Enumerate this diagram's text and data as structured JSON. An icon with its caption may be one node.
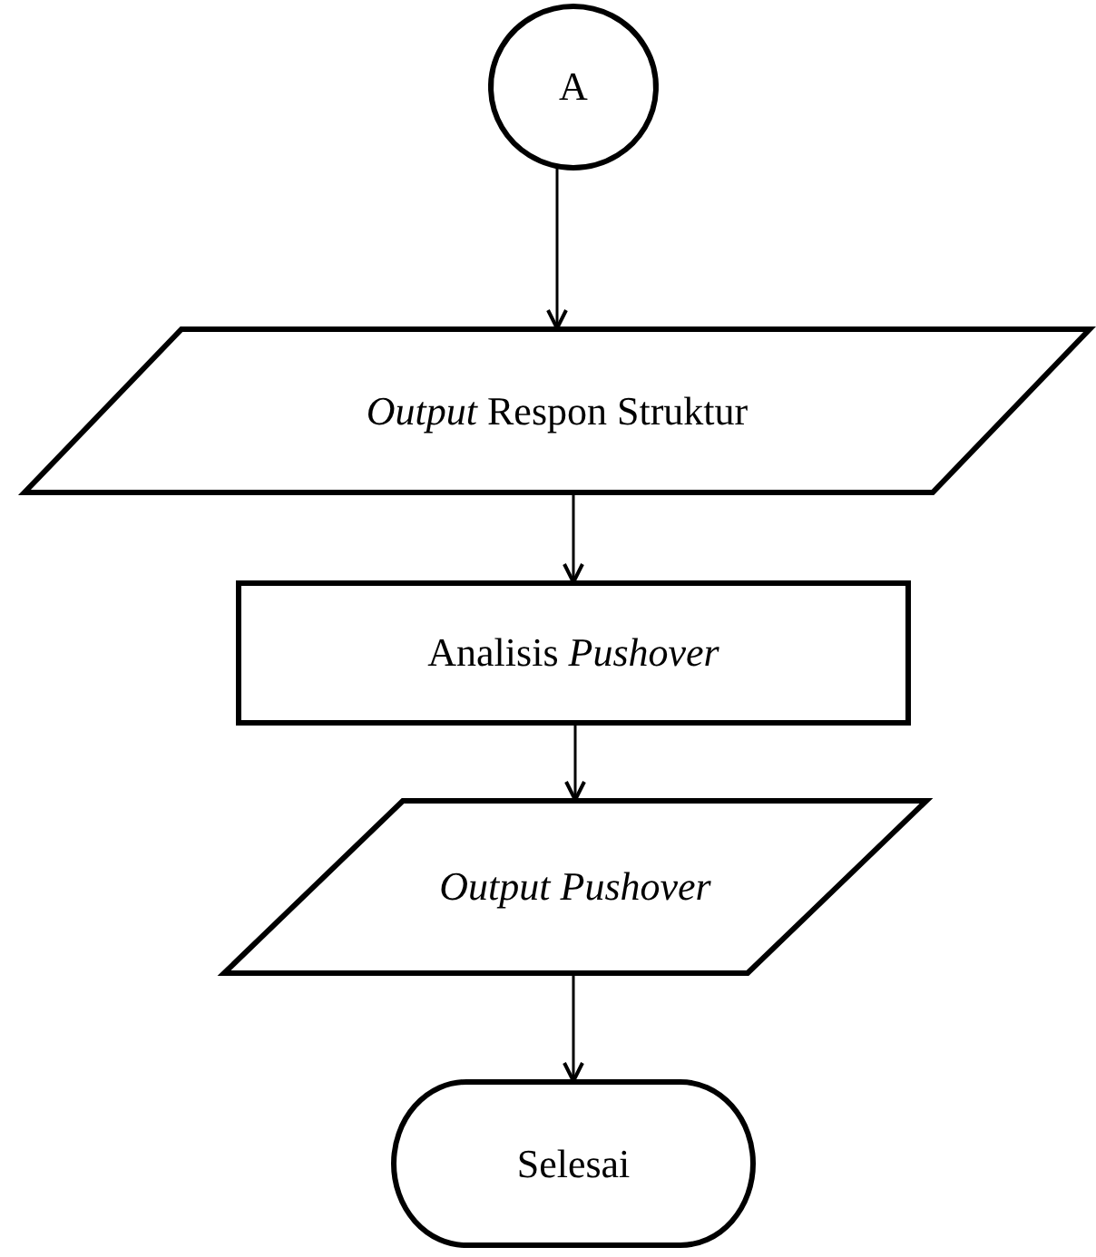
{
  "diagram": {
    "nodes": [
      {
        "text": [
          "A"
        ]
      },
      {
        "text": [
          "*Output* Respon Struktur"
        ]
      },
      {
        "text": [
          "Analisis *Pushover*"
        ]
      },
      {
        "text": [
          "Output Pushover"
        ]
      },
      {
        "text": [
          "Selesai"
        ]
      }
    ],
    "edges": [
      {
        "from": 0,
        "to": 1,
        "arrow": "to"
      },
      {
        "from": 1,
        "to": 2,
        "arrow": "to"
      },
      {
        "from": 2,
        "to": 3,
        "arrow": "to"
      },
      {
        "from": 3,
        "to": 4,
        "arrow": "to"
      }
    ]
  }
}
